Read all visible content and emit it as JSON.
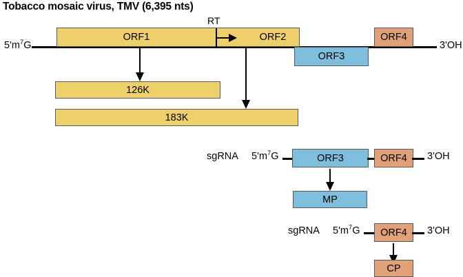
{
  "title": "Tobacco mosaic virus, TMV (6,395 nts)",
  "colors": {
    "yellow": "#edd06a",
    "blue": "#7fbedc",
    "orange": "#e0a178",
    "box_border": "#58585a",
    "line": "#000000",
    "text": "#000000",
    "background": "#ffffff"
  },
  "genomic_rna": {
    "five_prime_label_prefix": "5'm",
    "five_prime_label_sup": "7",
    "five_prime_label_suffix": "G",
    "three_prime_label": "3'OH",
    "readthrough_label": "RT",
    "orfs": [
      {
        "label": "ORF1",
        "color": "yellow",
        "position": "above-line"
      },
      {
        "label": "ORF2",
        "color": "yellow",
        "position": "above-line"
      },
      {
        "label": "ORF3",
        "color": "blue",
        "position": "below-line"
      },
      {
        "label": "ORF4",
        "color": "orange",
        "position": "above-line"
      }
    ],
    "products": [
      {
        "label": "126K",
        "color": "yellow",
        "from": "ORF1"
      },
      {
        "label": "183K",
        "color": "yellow",
        "from": "ORF1-RT-ORF2"
      }
    ]
  },
  "subgenomic_rnas": [
    {
      "sg_label": "sgRNA",
      "five_prime_label_prefix": "5'm",
      "five_prime_label_sup": "7",
      "five_prime_label_suffix": "G",
      "three_prime_label": "3'OH",
      "orfs": [
        {
          "label": "ORF3",
          "color": "blue"
        },
        {
          "label": "ORF4",
          "color": "orange"
        }
      ],
      "product": {
        "label": "MP",
        "color": "blue"
      }
    },
    {
      "sg_label": "sgRNA",
      "five_prime_label_prefix": "5'm",
      "five_prime_label_sup": "7",
      "five_prime_label_suffix": "G",
      "three_prime_label": "3'OH",
      "orfs": [
        {
          "label": "ORF4",
          "color": "orange"
        }
      ],
      "product": {
        "label": "CP",
        "color": "orange"
      }
    }
  ]
}
